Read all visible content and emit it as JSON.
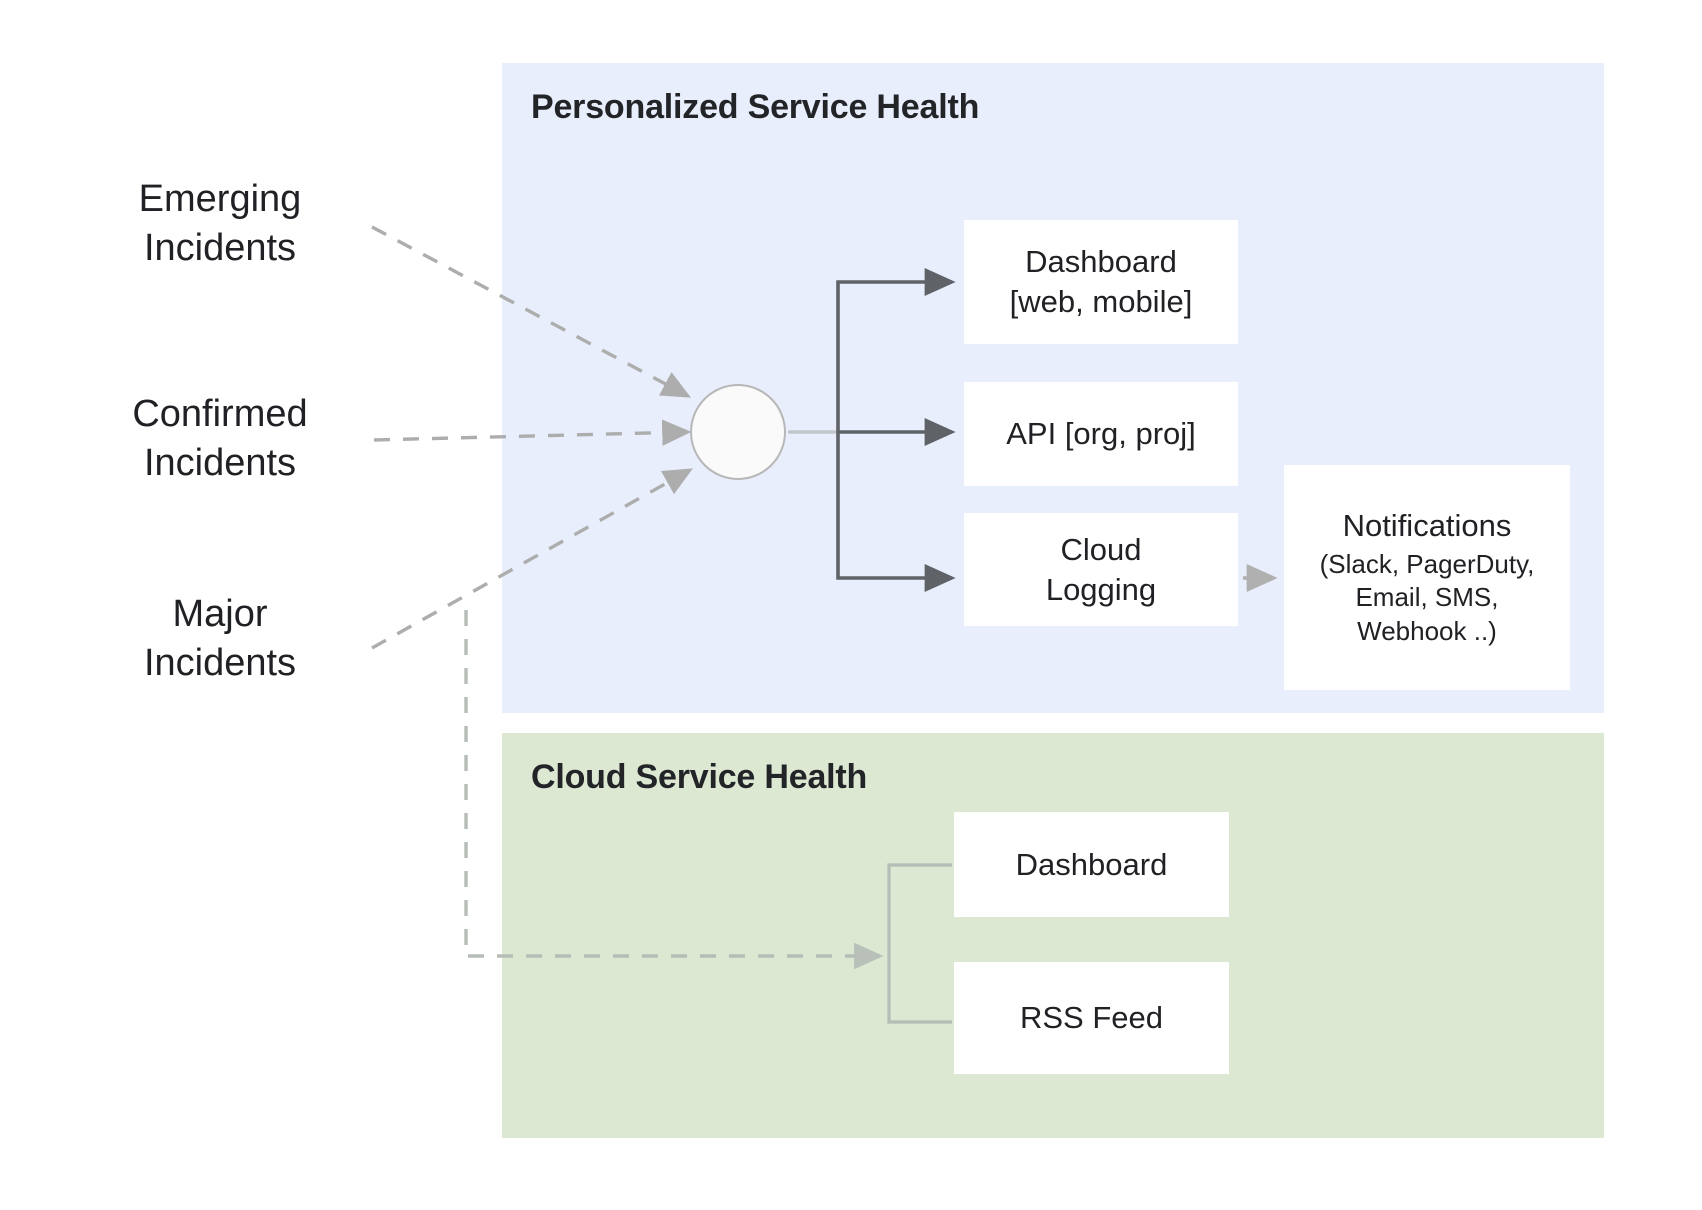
{
  "diagram": {
    "title_hidden": "",
    "panels": [
      {
        "id": "personalized-service-health",
        "title": "Personalized Service Health",
        "color": "#e8eefc"
      },
      {
        "id": "cloud-service-health",
        "title": "Cloud Service Health",
        "color": "#dce8d2"
      }
    ],
    "sources": [
      {
        "id": "emerging",
        "label": "Emerging\nIncidents"
      },
      {
        "id": "confirmed",
        "label": "Confirmed\nIncidents"
      },
      {
        "id": "major",
        "label": "Major\nIncidents"
      }
    ],
    "hub": {
      "id": "aggregation-node",
      "label": ""
    },
    "psh_nodes": [
      {
        "id": "dashboard-web-mobile",
        "label": "Dashboard\n[web, mobile]"
      },
      {
        "id": "api-org-proj",
        "label": "API [org, proj]"
      },
      {
        "id": "cloud-logging",
        "label": "Cloud\nLogging"
      }
    ],
    "notifications": {
      "id": "notifications",
      "title": "Notifications",
      "detail": "(Slack, PagerDuty,\nEmail, SMS,\nWebhook ..)"
    },
    "csh_nodes": [
      {
        "id": "csh-dashboard",
        "label": "Dashboard"
      },
      {
        "id": "rss-feed",
        "label": "RSS Feed"
      }
    ],
    "colors": {
      "panel_blue": "#e8eefc",
      "panel_green": "#dce8d2",
      "box_white": "#ffffff",
      "text_dark": "#202124",
      "arrow_solid": "#5f6368",
      "arrow_dashed": "#adadad",
      "hub_stroke": "#b7b7b7",
      "bracket_gray": "#b6bcb6"
    }
  }
}
